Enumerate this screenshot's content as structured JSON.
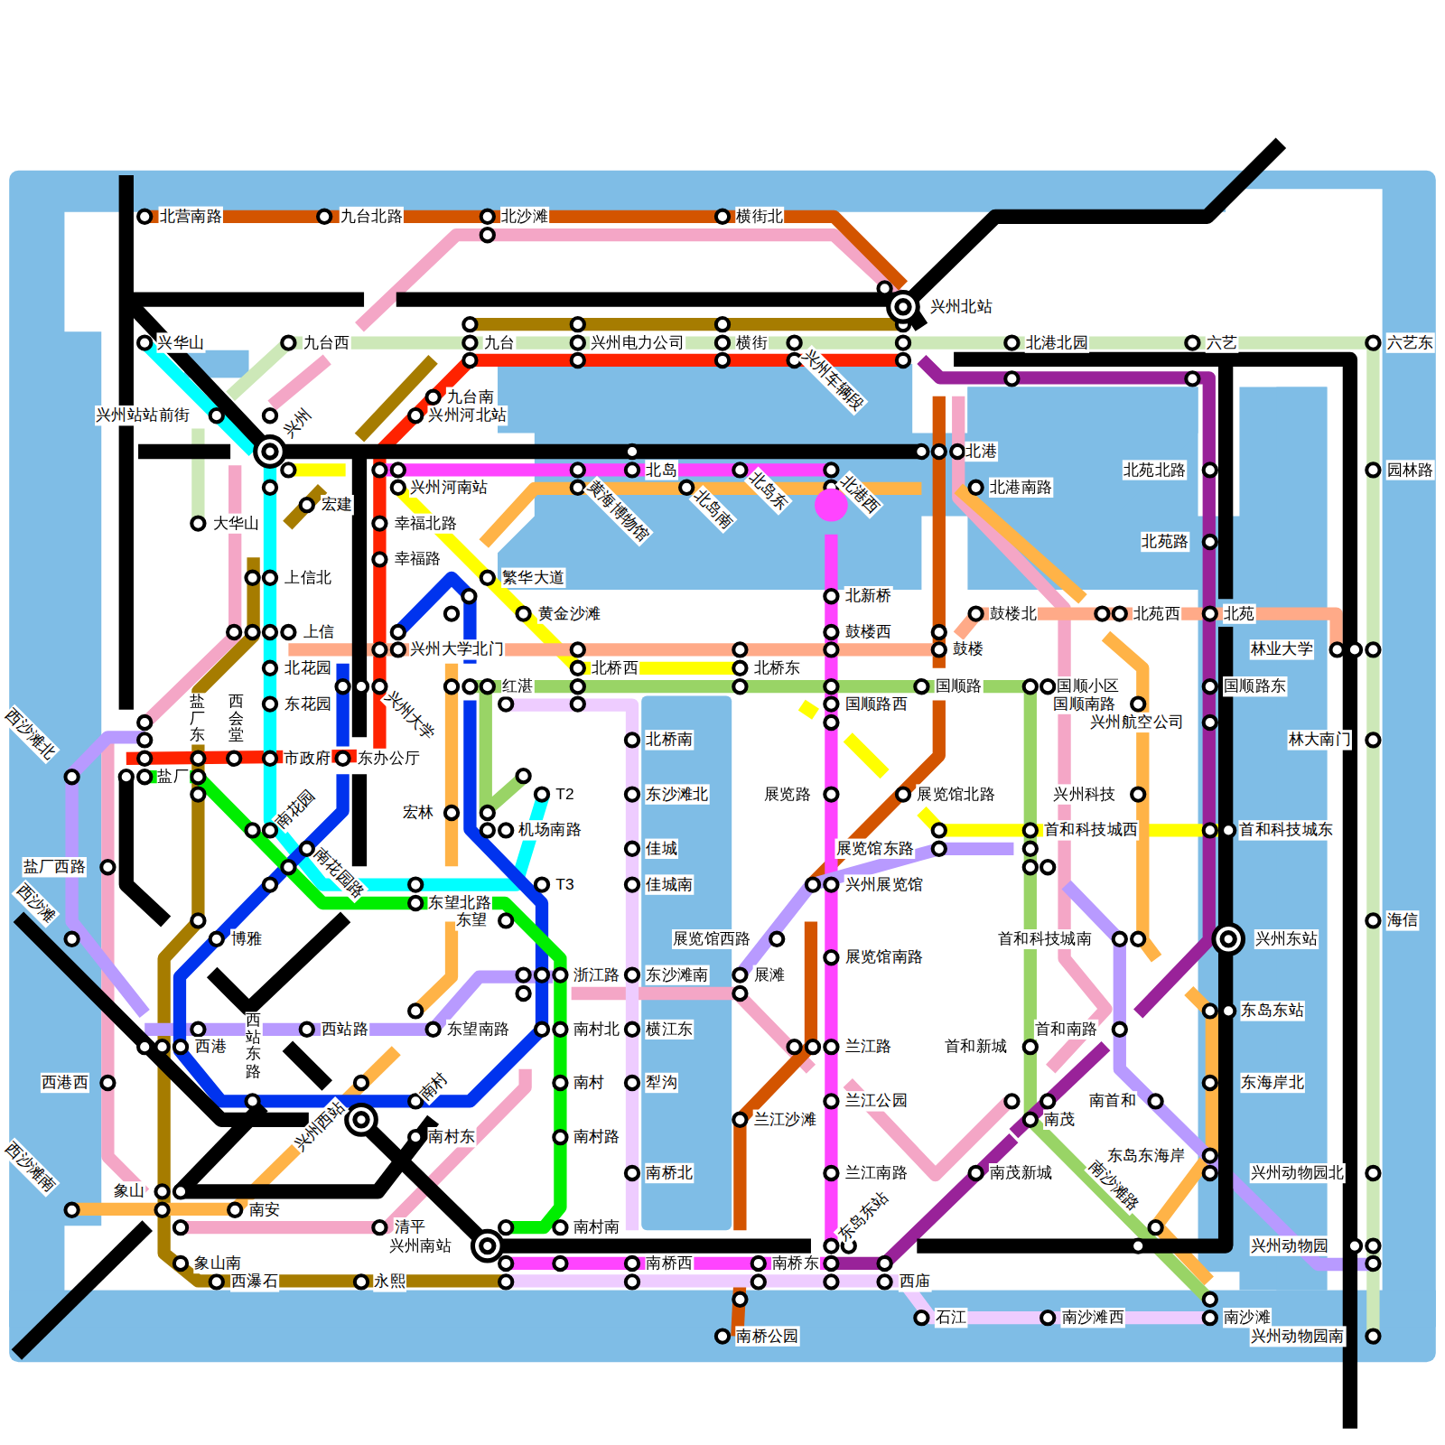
{
  "diagram": {
    "labels": [
      "北营南路",
      "九台北路",
      "北沙滩",
      "横街北",
      "兴州北站",
      "兴华山",
      "九台西",
      "九台",
      "兴州电力公司",
      "横街",
      "兴州车辆段",
      "北港北园",
      "六艺",
      "六艺东",
      "九台南",
      "兴州河北站",
      "兴州站站前街",
      "兴州",
      "北岛",
      "兴州河南站",
      "黄海博物馆",
      "北岛南",
      "北岛东",
      "北港西",
      "北港",
      "北港南路",
      "北苑北路",
      "园林路",
      "宏建",
      "幸福北路",
      "大华山",
      "北苑路",
      "繁华大道",
      "幸福路",
      "上信北",
      "北新桥",
      "黄金沙滩",
      "鼓楼北",
      "北苑西",
      "北苑",
      "上信",
      "鼓楼西",
      "兴州大学北门",
      "鼓楼",
      "林业大学",
      "北花园",
      "北桥西",
      "北桥东",
      "红湛",
      "国顺路",
      "国顺小区",
      "国顺路东",
      "东花园",
      "国顺路西",
      "国顺南路",
      "兴州大学",
      "兴州航空公司",
      "西沙滩北",
      "盐厂东",
      "西会堂",
      "北桥南",
      "林大南门",
      "市政府",
      "东办公厅",
      "盐厂",
      "东沙滩北",
      "T2",
      "展览路",
      "展览馆北路",
      "兴州科技",
      "宏林",
      "南花园",
      "机场南路",
      "首和科技城西",
      "首和科技城东",
      "佳城",
      "展览馆东路",
      "南花园路",
      "盐厂西路",
      "T3",
      "佳城南",
      "兴州展览馆",
      "东望北路",
      "西沙滩",
      "东望",
      "海信",
      "博雅",
      "展览馆西路",
      "首和科技城南",
      "兴州东站",
      "展览馆南路",
      "浙江路",
      "东沙滩南",
      "展滩",
      "西站路",
      "东望南路",
      "南村北",
      "横江东",
      "东岛东站",
      "西站东路",
      "西港",
      "兰江路",
      "首和新城",
      "首和南路",
      "西港西",
      "南村",
      "南村",
      "犁沟",
      "东海岸北",
      "兴州西站",
      "兰江公园",
      "南首和",
      "兰江沙滩",
      "南茂",
      "南村东",
      "南村路",
      "东岛东海岸",
      "南沙滩路",
      "西沙滩南",
      "象山",
      "南安",
      "南桥北",
      "兰江南路",
      "南茂新城",
      "兴州动物园北",
      "东岛东站",
      "清平",
      "兴州南站",
      "南村南",
      "兴州动物园",
      "象山南",
      "南桥西",
      "南桥东",
      "西瀑石",
      "永熙",
      "西庙",
      "石江",
      "南沙滩西",
      "南沙滩",
      "南桥公园",
      "兴州动物园南"
    ]
  }
}
